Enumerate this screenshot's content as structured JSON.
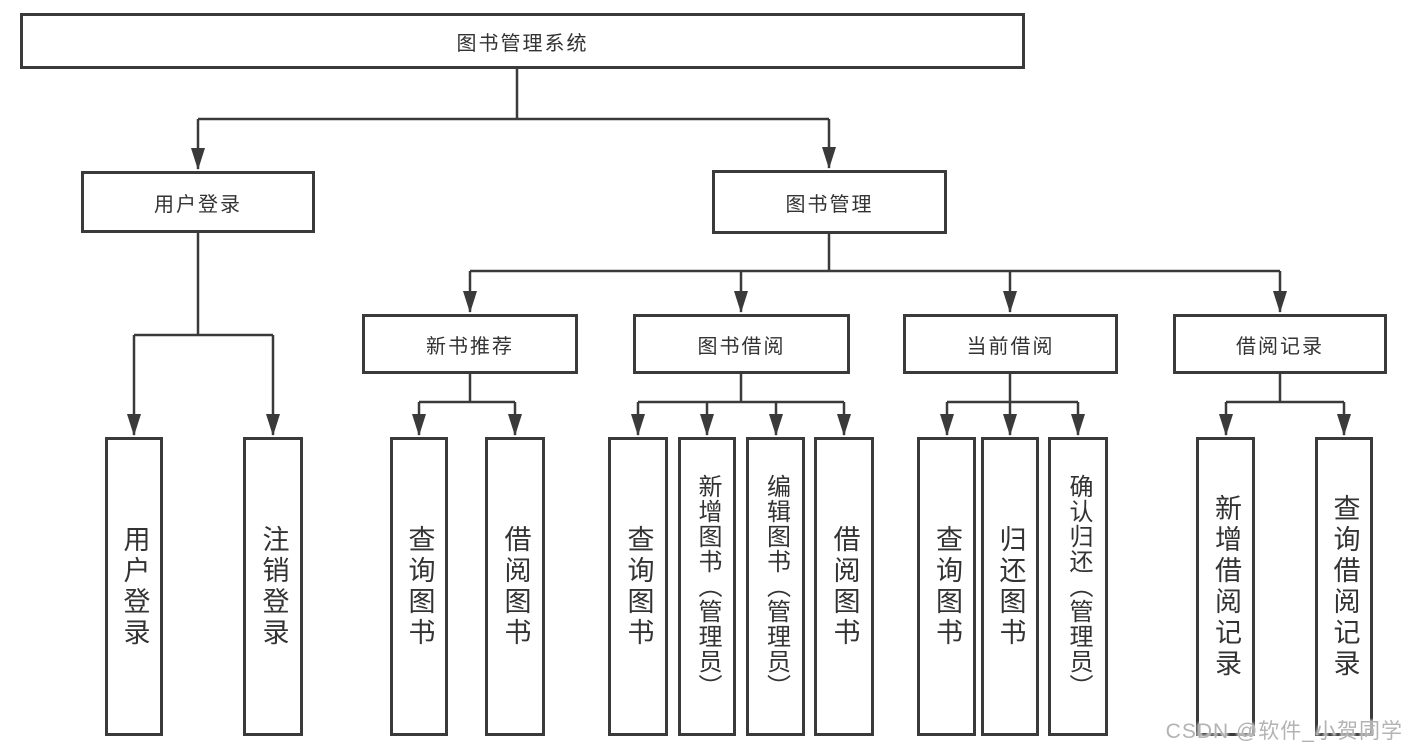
{
  "tree": {
    "label": "图书管理系统",
    "children": [
      {
        "label": "用户登录",
        "children": [
          {
            "label": "用户登录"
          },
          {
            "label": "注销登录"
          }
        ]
      },
      {
        "label": "图书管理",
        "children": [
          {
            "label": "新书推荐",
            "children": [
              {
                "label": "查询图书"
              },
              {
                "label": "借阅图书"
              }
            ]
          },
          {
            "label": "图书借阅",
            "children": [
              {
                "label": "查询图书"
              },
              {
                "label": "新增图书（管理员）"
              },
              {
                "label": "编辑图书（管理员）"
              },
              {
                "label": "借阅图书"
              }
            ]
          },
          {
            "label": "当前借阅",
            "children": [
              {
                "label": "查询图书"
              },
              {
                "label": "归还图书"
              },
              {
                "label": "确认归还（管理员）"
              }
            ]
          },
          {
            "label": "借阅记录",
            "children": [
              {
                "label": "新增借阅记录"
              },
              {
                "label": "查询借阅记录"
              }
            ]
          }
        ]
      }
    ]
  },
  "watermark": {
    "text": "CSDN @软件_小贺同学"
  },
  "colors": {
    "line": "#3a3a3a",
    "box_border": "#3a3a3a",
    "text": "#333333",
    "background": "#ffffff",
    "watermark_text": "#b3b3b3"
  }
}
